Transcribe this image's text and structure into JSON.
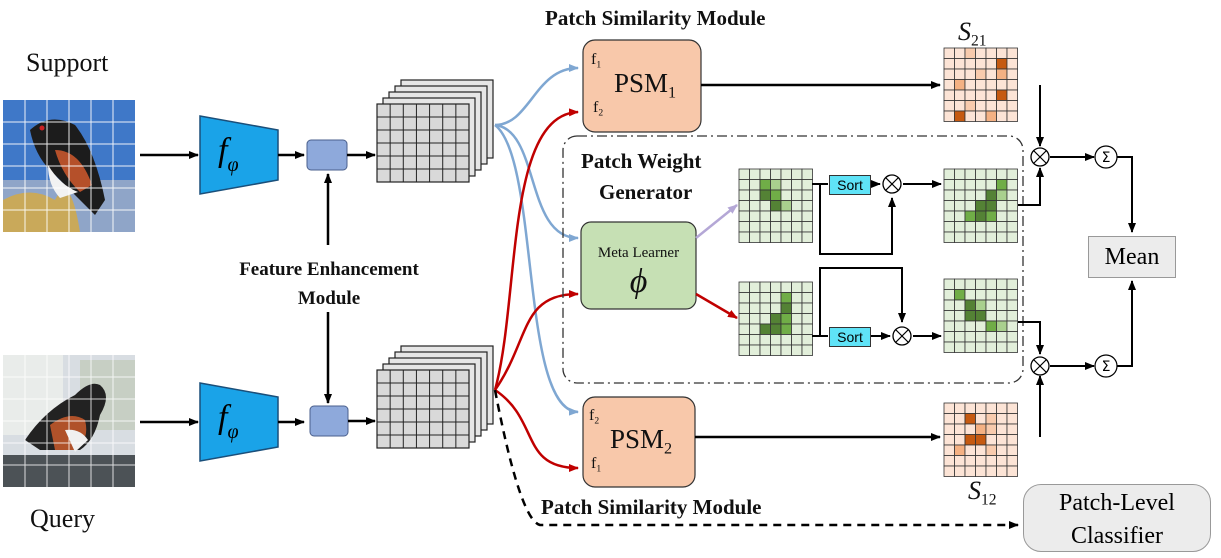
{
  "labels": {
    "support": "Support",
    "query": "Query",
    "feature_enhancement_line1": "Feature Enhancement",
    "feature_enhancement_line2": "Module",
    "psm_module_top": "Patch Similarity Module",
    "psm_module_bottom": "Patch Similarity Module",
    "pwg_line1": "Patch Weight",
    "pwg_line2": "Generator",
    "meta_learner": "Meta Learner",
    "meta_symbol": "ϕ",
    "psm1": "PSM",
    "psm1_sub": "1",
    "psm2": "PSM",
    "psm2_sub": "2",
    "psm1_in_top": "f",
    "psm1_in_top_sub": "1",
    "psm1_in_bottom": "f",
    "psm1_in_bottom_sub": "2",
    "psm2_in_top": "f",
    "psm2_in_top_sub": "2",
    "psm2_in_bottom": "f",
    "psm2_in_bottom_sub": "1",
    "s21": "S",
    "s21_sub": "21",
    "s12": "S",
    "s12_sub": "12",
    "sort_top": "Sort",
    "sort_bottom": "Sort",
    "mean": "Mean",
    "classifier_line1": "Patch-Level",
    "classifier_line2": "Classifier",
    "encoder_f": "f",
    "encoder_phi": "φ",
    "sum_symbol": "Σ",
    "mult_symbol": "⊗"
  },
  "colors": {
    "psm_fill": "#f8c8aa",
    "meta_fill": "#c6e0b4",
    "encoder_fill": "#1aa3e8",
    "fem_fill": "#8ea9db",
    "blue_arrow": "#7fa7d2",
    "red_arrow": "#c00000",
    "purple_arrow": "#b4a7d6",
    "sort_fill": "#5fe3f7"
  }
}
